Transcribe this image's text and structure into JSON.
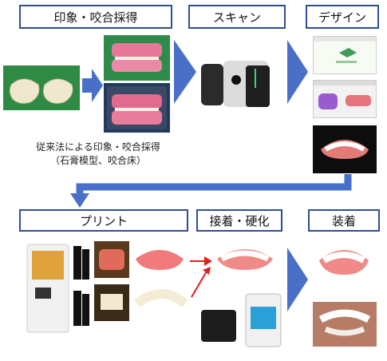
{
  "steps": {
    "impression": "印象・咬合採得",
    "scan": "スキャン",
    "design": "デザイン",
    "print": "プリント",
    "bond": "接着・硬化",
    "fit": "装着"
  },
  "caption": {
    "line1": "従来法による印象・咬合採得",
    "line2": "（石膏模型、咬合床）"
  },
  "colors": {
    "box_border": "#2f4f8f",
    "arrow": "#4a6fc9",
    "red_arrow": "#e0201e"
  }
}
